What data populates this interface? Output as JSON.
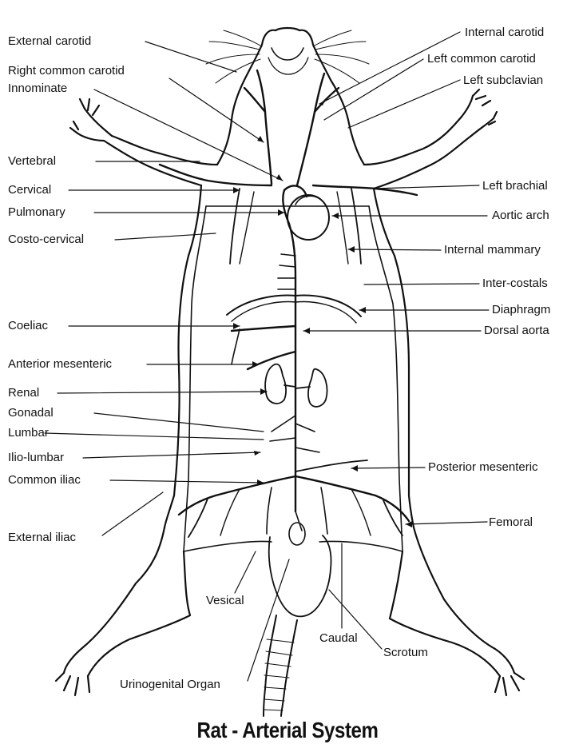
{
  "caption": "Rat - Arterial System",
  "labels": {
    "external_carotid": "External carotid",
    "right_common_carotid": "Right common carotid",
    "innominate": "Innominate",
    "vertebral": "Vertebral",
    "cervical": "Cervical",
    "pulmonary": "Pulmonary",
    "costo_cervical": "Costo-cervical",
    "coeliac": "Coeliac",
    "anterior_mesenteric": "Anterior mesenteric",
    "renal": "Renal",
    "gonadal": "Gonadal",
    "lumbar": "Lumbar",
    "ilio_lumbar": "Ilio-lumbar",
    "common_iliac": "Common iliac",
    "external_iliac": "External iliac",
    "vesical": "Vesical",
    "urinogenital_organ": "Urinogenital Organ",
    "caudal": "Caudal",
    "scrotum": "Scrotum",
    "internal_carotid": "Internal carotid",
    "left_common_carotid": "Left common carotid",
    "left_subclavian": "Left subclavian",
    "left_brachial": "Left brachial",
    "aortic_arch": "Aortic arch",
    "internal_mammary": "Internal mammary",
    "inter_costals": "Inter-costals",
    "diaphragm": "Diaphragm",
    "dorsal_aorta": "Dorsal aorta",
    "posterior_mesenteric": "Posterior mesenteric",
    "femoral": "Femoral"
  }
}
